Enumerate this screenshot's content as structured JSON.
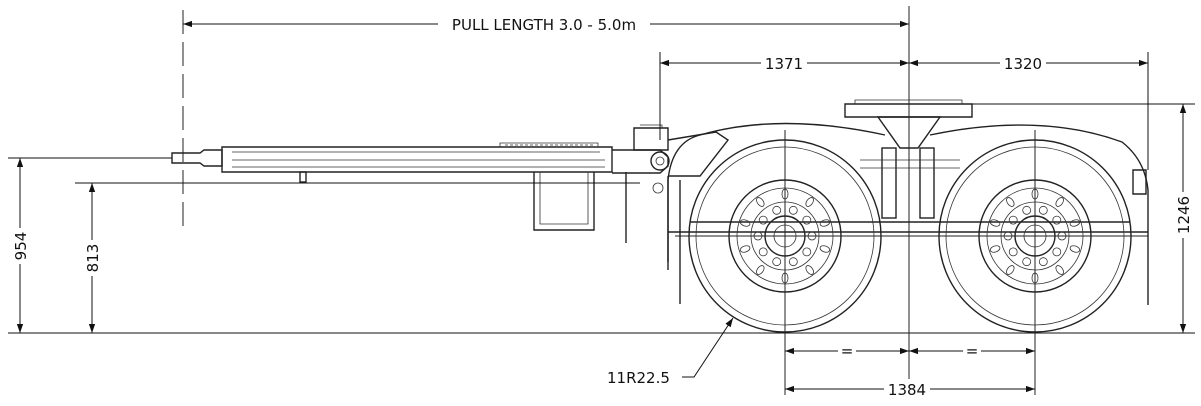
{
  "labels": {
    "pull_length": "PULL LENGTH 3.0 - 5.0m",
    "kingpin_to_front": "1371",
    "kingpin_to_rear": "1320",
    "height_1246": "1246",
    "height_954": "954",
    "height_813": "813",
    "equal_left": "=",
    "equal_right": "=",
    "axle_spread": "1384",
    "tyre_size": "11R22.5"
  }
}
